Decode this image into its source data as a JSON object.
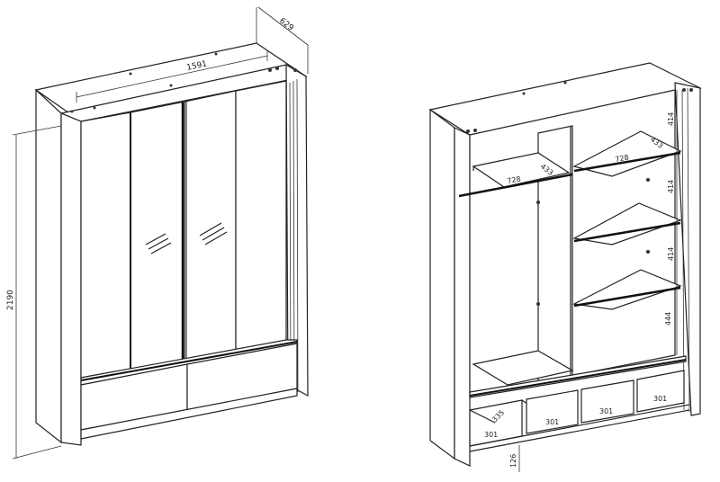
{
  "diagram": {
    "left_view": {
      "width_dim": "1591",
      "depth_dim": "629",
      "height_dim": "2190"
    },
    "right_view": {
      "left_shelf_depth": "433",
      "left_rail_width": "728",
      "right_shelf_depth": "433",
      "right_shelf_width": "728",
      "compartment_heights": [
        "414",
        "414",
        "414",
        "444"
      ],
      "drawer_depth": "335",
      "drawer_widths": [
        "301",
        "301",
        "301",
        "301"
      ],
      "plinth_height": "126"
    },
    "colors": {
      "line": "#222222",
      "background": "#ffffff"
    }
  }
}
